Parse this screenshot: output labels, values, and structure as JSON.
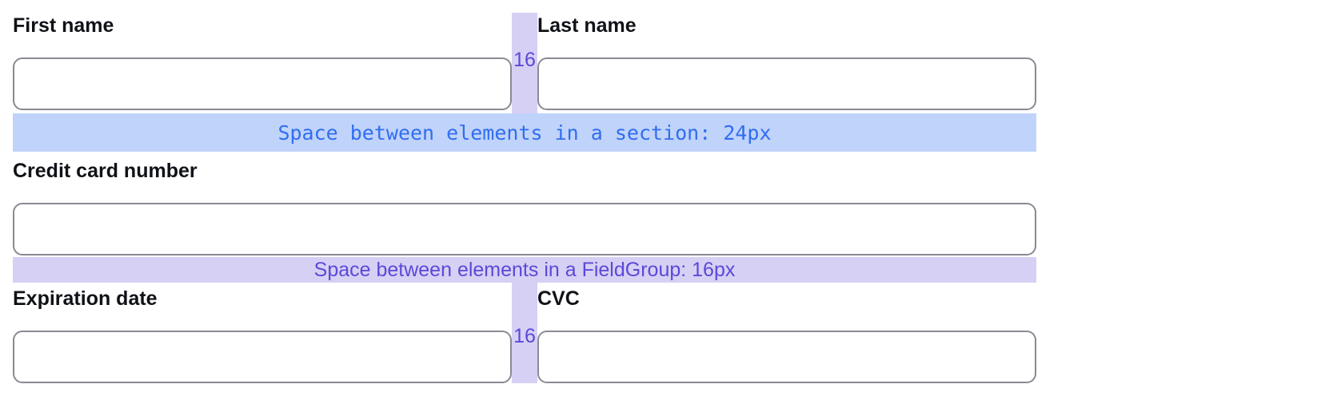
{
  "fields": {
    "first_name": {
      "label": "First name",
      "value": ""
    },
    "last_name": {
      "label": "Last name",
      "value": ""
    },
    "credit_card": {
      "label": "Credit card number",
      "value": ""
    },
    "expiration": {
      "label": "Expiration date",
      "value": ""
    },
    "cvc": {
      "label": "CVC",
      "value": ""
    }
  },
  "annotations": {
    "section_gap": {
      "text": "Space between elements in a section: 24px"
    },
    "fieldgroup_gap": {
      "text": "Space between elements in a FieldGroup: 16px"
    },
    "column_gap_row1": {
      "text": "16"
    },
    "column_gap_row3": {
      "text": "16"
    }
  },
  "colors": {
    "section_band_bg": "#c0d3fa",
    "section_band_text": "#306df1",
    "fieldgroup_band_bg": "#d6d0f4",
    "fieldgroup_band_text": "#5a49d8",
    "gap_indicator_bg": "#d6d0f4",
    "gap_indicator_text": "#5a49d8",
    "input_border": "#8a8a94",
    "label_text": "#101218"
  }
}
